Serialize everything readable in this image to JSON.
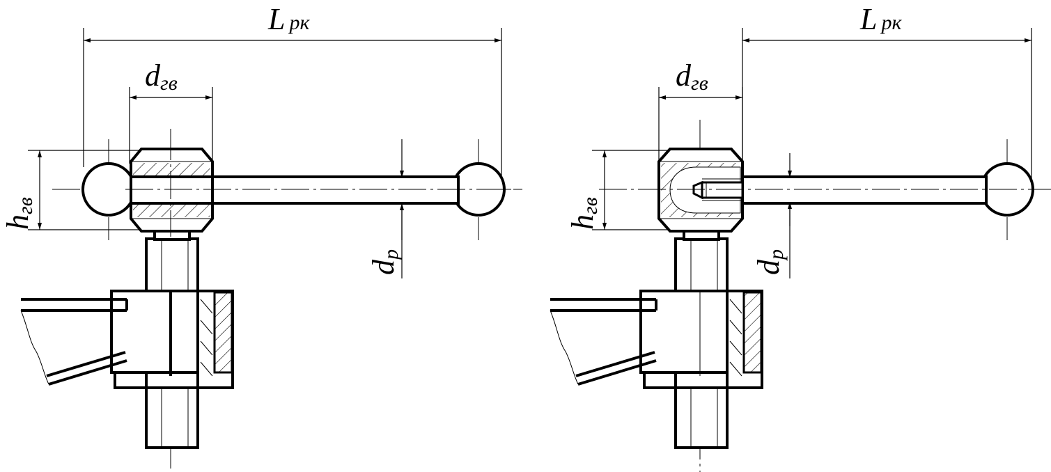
{
  "figures": [
    {
      "id": "left",
      "labels": {
        "length": {
          "main": "L",
          "sub": "рк"
        },
        "head_diameter": {
          "main": "d",
          "sub": "гв"
        },
        "head_height": {
          "main": "h",
          "sub": "гв"
        },
        "rod_diameter": {
          "main": "d",
          "sub": "р"
        }
      }
    },
    {
      "id": "right",
      "labels": {
        "length": {
          "main": "L",
          "sub": "рк"
        },
        "head_diameter": {
          "main": "d",
          "sub": "гв"
        },
        "head_height": {
          "main": "h",
          "sub": "гв"
        },
        "rod_diameter": {
          "main": "d",
          "sub": "р"
        }
      }
    }
  ],
  "colors": {
    "line": "#000000",
    "background": "#ffffff"
  }
}
